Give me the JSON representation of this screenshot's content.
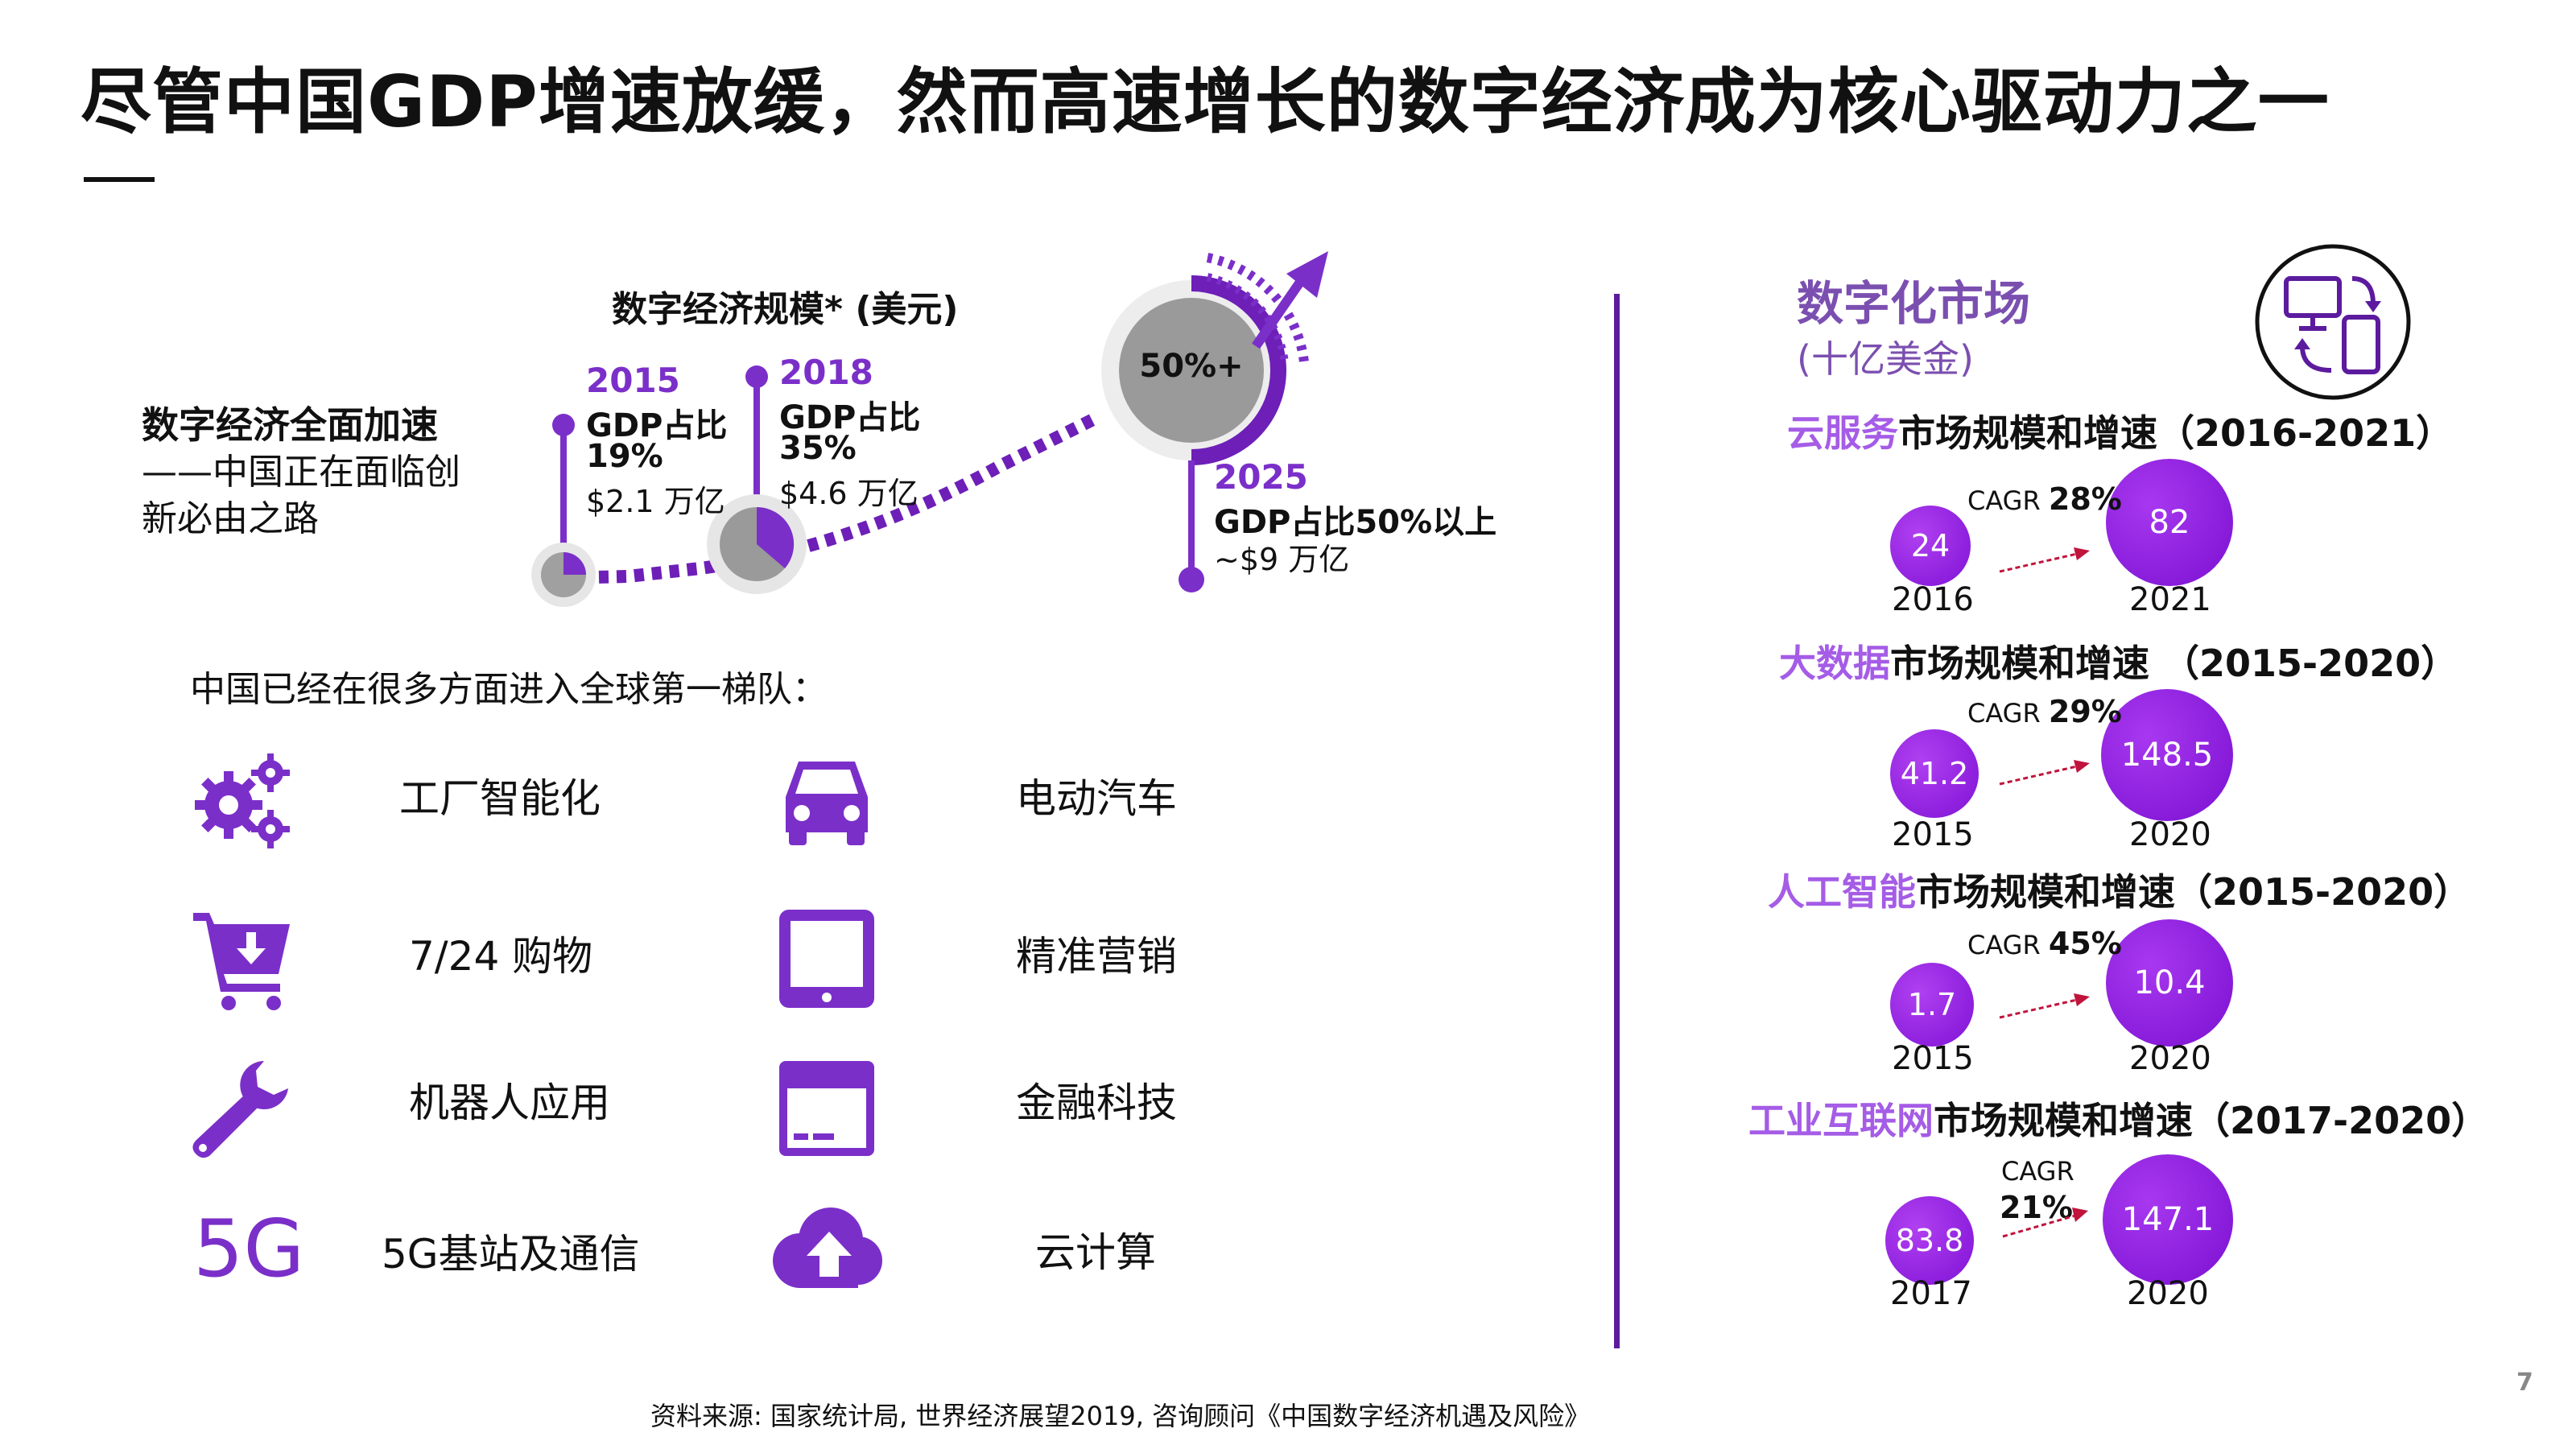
{
  "title": "尽管中国GDP增速放缓，然而高速增长的数字经济成为核心驱动力之一",
  "left": {
    "section_label": "数字经济规模* (美元)",
    "intro_title": "数字经济全面加速",
    "intro_line1": "——中国正在面临创",
    "intro_line2": "新必由之路",
    "milestones": [
      {
        "year": "2015",
        "line1": "GDP占比",
        "line2": "19%",
        "line3": "$2.1 万亿"
      },
      {
        "year": "2018",
        "line1": "GDP占比",
        "line2": "35%",
        "line3": "$4.6 万亿"
      },
      {
        "year": "2025",
        "line1": "GDP占比50%以上",
        "line2": "~$9 万亿"
      }
    ],
    "gauge_label": "50%+",
    "tier_title": "中国已经在很多方面进入全球第一梯队：",
    "items": [
      {
        "label": "工厂智能化",
        "icon": "gears-icon"
      },
      {
        "label": "电动汽车",
        "icon": "car-icon"
      },
      {
        "label": "7/24 购物",
        "icon": "shopping-cart-icon"
      },
      {
        "label": "精准营销",
        "icon": "tablet-icon"
      },
      {
        "label": "机器人应用",
        "icon": "wrench-icon"
      },
      {
        "label": "金融科技",
        "icon": "credit-card-icon"
      },
      {
        "label": "5G基站及通信",
        "icon": "5g-icon",
        "icon_text": "5G"
      },
      {
        "label": "云计算",
        "icon": "cloud-upload-icon"
      }
    ]
  },
  "right": {
    "title": "数字化市场",
    "subtitle": "(十亿美金)",
    "markets": [
      {
        "name": "云服务",
        "suffix": "市场规模和增速（2016-2021）",
        "cagr_label": "CAGR",
        "cagr": "28%",
        "from_value": "24",
        "to_value": "82",
        "from_year": "2016",
        "to_year": "2021"
      },
      {
        "name": "大数据",
        "suffix": "市场规模和增速 （2015-2020）",
        "cagr_label": "CAGR",
        "cagr": "29%",
        "from_value": "41.2",
        "to_value": "148.5",
        "from_year": "2015",
        "to_year": "2020"
      },
      {
        "name": "人工智能",
        "suffix": "市场规模和增速（2015-2020）",
        "cagr_label": "CAGR",
        "cagr": "45%",
        "from_value": "1.7",
        "to_value": "10.4",
        "from_year": "2015",
        "to_year": "2020"
      },
      {
        "name": "工业互联网",
        "suffix": "市场规模和增速（2017-2020）",
        "cagr_label": "CAGR",
        "cagr": "21%",
        "from_value": "83.8",
        "to_value": "147.1",
        "from_year": "2017",
        "to_year": "2020"
      }
    ]
  },
  "source": "资料来源: 国家统计局, 世界经济展望2019, 咨询顾问《中国数字经济机遇及风险》",
  "page_number": "7",
  "colors": {
    "accent": "#7b2fc9",
    "dark_purple": "#5c1b9e",
    "light_purple": "#a55ce6",
    "gray": "#9a9a9a",
    "arrow_red": "#c0143c"
  }
}
